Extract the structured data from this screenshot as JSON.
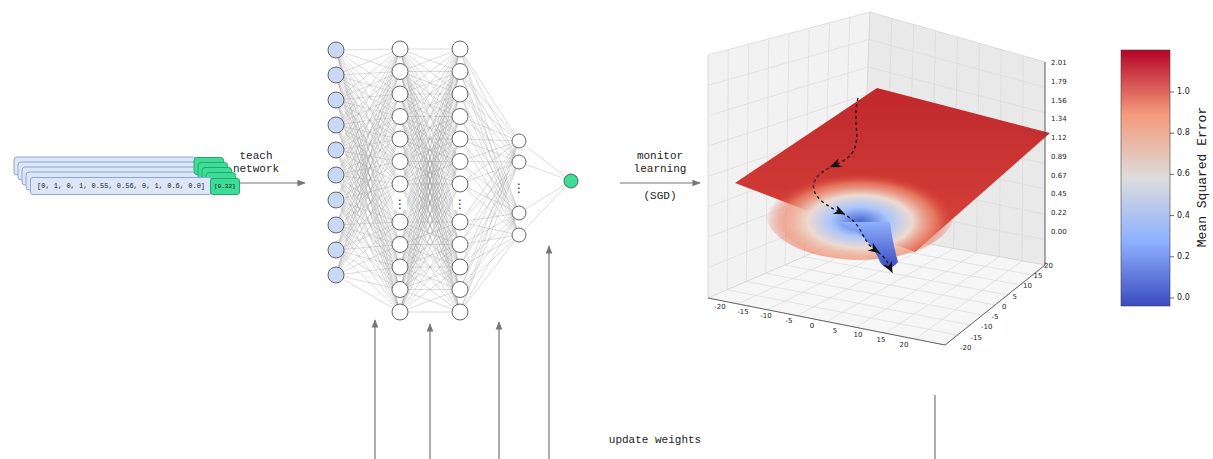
{
  "diagram": {
    "nodes": [
      {
        "text": [
          "[0, 1, 0, 1, 0.55, 0.56, 0, 1, 0.6, 0.0]"
        ]
      },
      {
        "text": [
          "[0.32]"
        ]
      }
    ],
    "labels": [
      "teach network",
      "monitor learning",
      "(SGD)",
      "update weights",
      "2.01",
      "1.79",
      "1.56",
      "1.34",
      "1.12",
      "0.89",
      "0.67",
      "0.45",
      "0.22",
      "0.00",
      "-20",
      "-15",
      "-10",
      "-5",
      "0",
      "5",
      "10",
      "15",
      "20",
      "-20",
      "-15",
      "-10",
      "-5",
      "0",
      "5",
      "10",
      "15",
      "20",
      "1.0",
      "0.8",
      "0.6",
      "0.4",
      "0.2",
      "0.0",
      "Mean Squared Error",
      "⋮",
      "⋮",
      "⋮"
    ]
  }
}
